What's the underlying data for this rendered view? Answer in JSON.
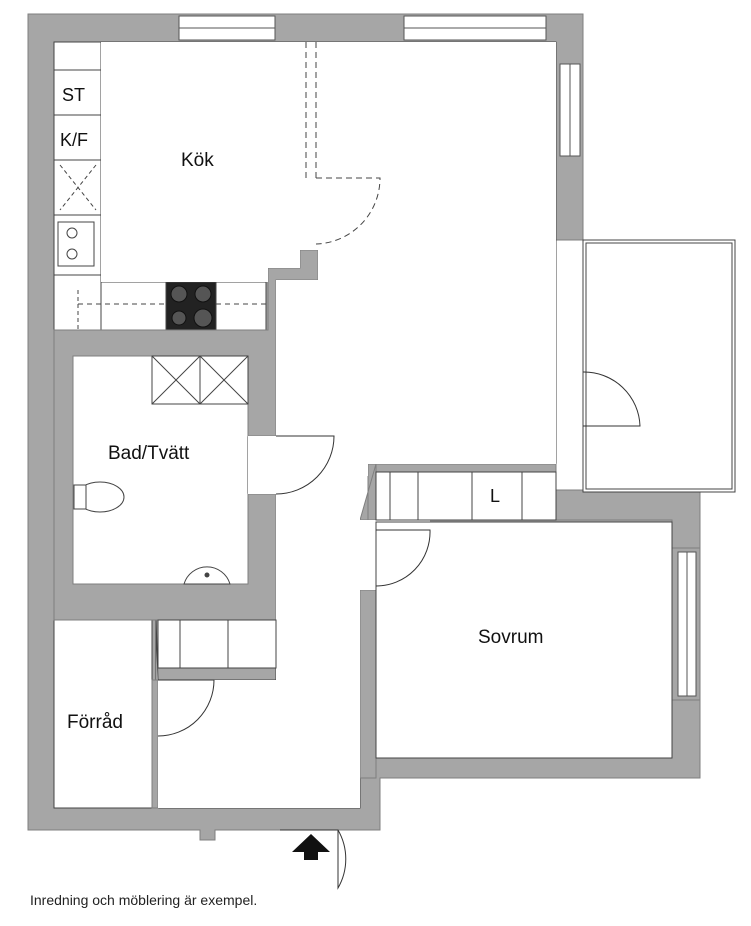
{
  "rooms": {
    "kitchen": "Kök",
    "bath": "Bad/Tvätt",
    "storage": "Förråd",
    "bedroom": "Sovrum"
  },
  "fixtures": {
    "st": "ST",
    "kf": "K/F",
    "l": "L"
  },
  "footer": {
    "note": "Inredning och möblering är exempel."
  },
  "colors": {
    "wall": "#a6a6a6",
    "wall_stroke": "#7f7f7f",
    "floor": "#ffffff",
    "line": "#222222"
  }
}
